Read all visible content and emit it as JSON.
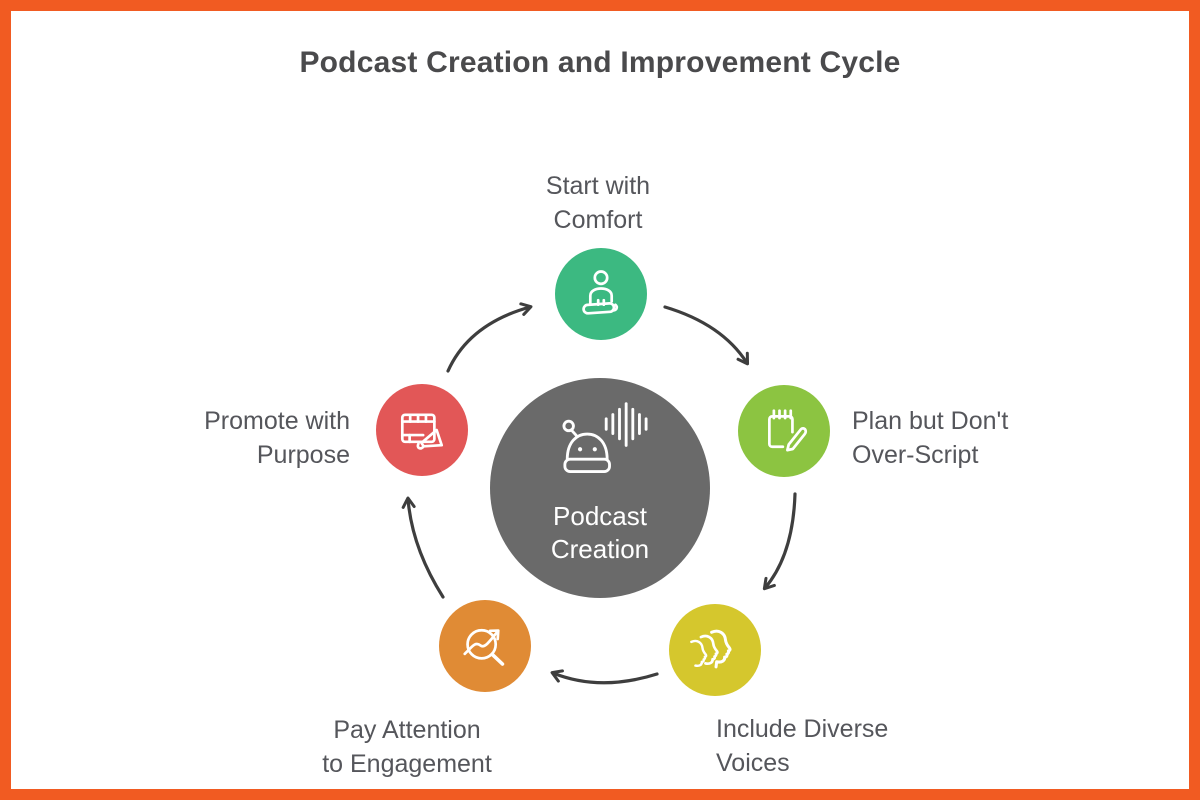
{
  "title": "Podcast Creation and Improvement Cycle",
  "center": {
    "label": "Podcast\nCreation",
    "icon": "podcast-robot-with-soundwave",
    "color": "#6a6a6a",
    "text_color": "#ffffff"
  },
  "steps": [
    {
      "id": "start-with-comfort",
      "label": "Start with\nComfort",
      "color": "#3cb981",
      "icon": "meditating-person",
      "position": "top"
    },
    {
      "id": "plan-but-dont-over-script",
      "label": "Plan but Don't\nOver-Script",
      "color": "#8cc441",
      "icon": "notepad-pencil",
      "position": "right"
    },
    {
      "id": "include-diverse-voices",
      "label": "Include Diverse\nVoices",
      "color": "#d5c72d",
      "icon": "diverse-face-profiles",
      "position": "bottom-right"
    },
    {
      "id": "pay-attention-to-engagement",
      "label": "Pay Attention\nto Engagement",
      "color": "#e08b35",
      "icon": "magnifier-trend-arrow",
      "position": "bottom-left"
    },
    {
      "id": "promote-with-purpose",
      "label": "Promote with\nPurpose",
      "color": "#e25757",
      "icon": "billboard-megaphone",
      "position": "left"
    }
  ],
  "flow": "clockwise",
  "colors": {
    "frame_border": "#f15b22",
    "background": "#ffffff",
    "arrow": "#3e3e3e",
    "label_text": "#55565b",
    "title_text": "#4a4a4c"
  }
}
